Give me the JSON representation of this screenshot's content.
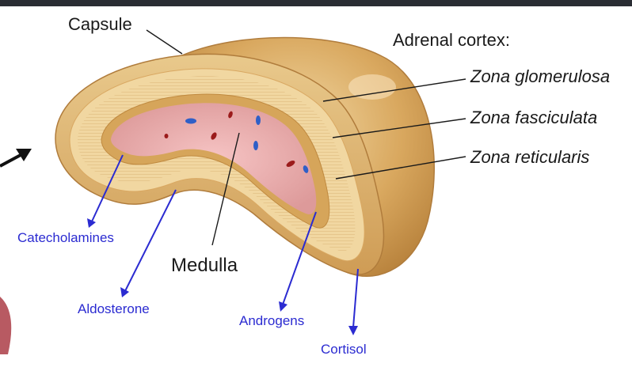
{
  "labels": {
    "capsule": "Capsule",
    "adrenal_cortex": "Adrenal cortex:",
    "zona_glomerulosa": "Zona glomerulosa",
    "zona_fasciculata": "Zona fasciculata",
    "zona_reticularis": "Zona reticularis",
    "medulla": "Medulla"
  },
  "secretions": {
    "catecholamines": "Catecholamines",
    "aldosterone": "Aldosterone",
    "androgens": "Androgens",
    "cortisol": "Cortisol"
  },
  "colors": {
    "capsule_outer": "#c8934a",
    "cortex_light": "#f0d7a0",
    "cortex_band": "#d6a55a",
    "medulla": "#e8a8a8",
    "label_blue": "#2b2bd1",
    "label_black": "#1a1a1a",
    "top_bar": "#2a2d33"
  }
}
